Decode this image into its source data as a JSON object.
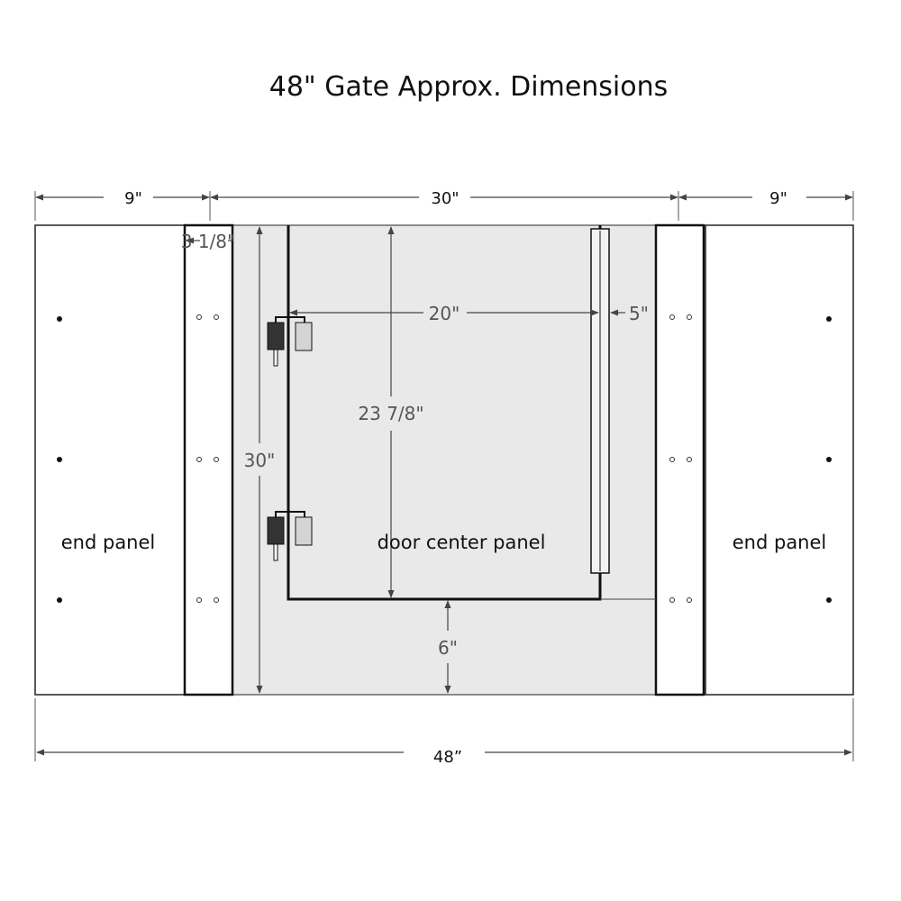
{
  "title": "48\" Gate Approx. Dimensions",
  "dimensions": {
    "left_end_width": "9\"",
    "opening_width": "30\"",
    "right_end_width": "9\"",
    "post_width": "3 1/8\"",
    "door_width": "20\"",
    "latch_gap": "5\"",
    "door_height": "23 7/8\"",
    "opening_height": "30\"",
    "bottom_gap": "6\"",
    "total_width": "48”"
  },
  "labels": {
    "left_panel": "end panel",
    "center_panel": "door center panel",
    "right_panel": "end panel"
  },
  "colors": {
    "line": "#111111",
    "dim_line": "#444444",
    "panel_fill": "#ffffff",
    "center_fill": "#e9e9e9",
    "hinge_dark": "#333333",
    "hinge_light": "#d4d4d4"
  }
}
